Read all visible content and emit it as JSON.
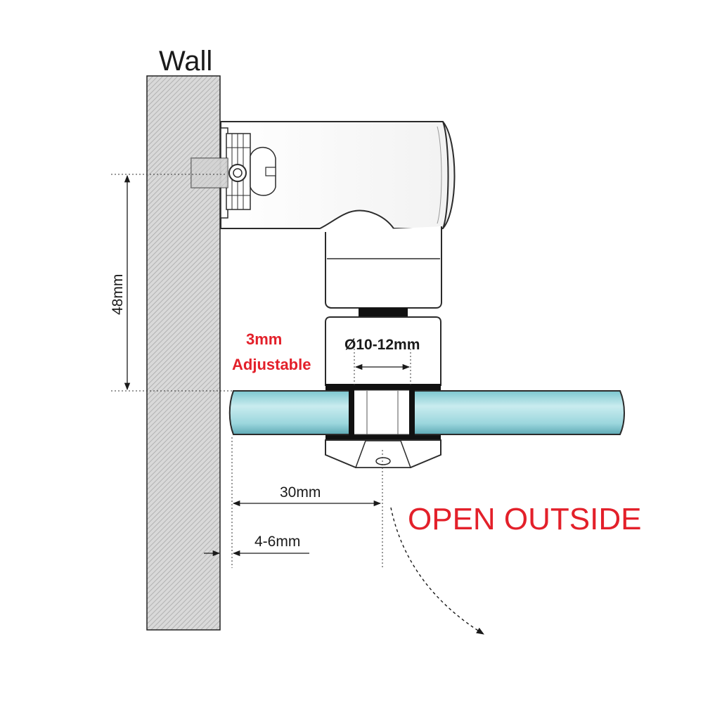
{
  "labels": {
    "wall": "Wall",
    "height": "48mm",
    "adjust_line1": "3mm",
    "adjust_line2": "Adjustable",
    "glass_diameter": "Ø10-12mm",
    "offset": "30mm",
    "gap": "4-6mm",
    "open_direction": "OPEN OUTSIDE"
  },
  "colors": {
    "accent_red": "#e3202a",
    "glass": "#9fd9e0",
    "outline": "#2b2b2b"
  }
}
